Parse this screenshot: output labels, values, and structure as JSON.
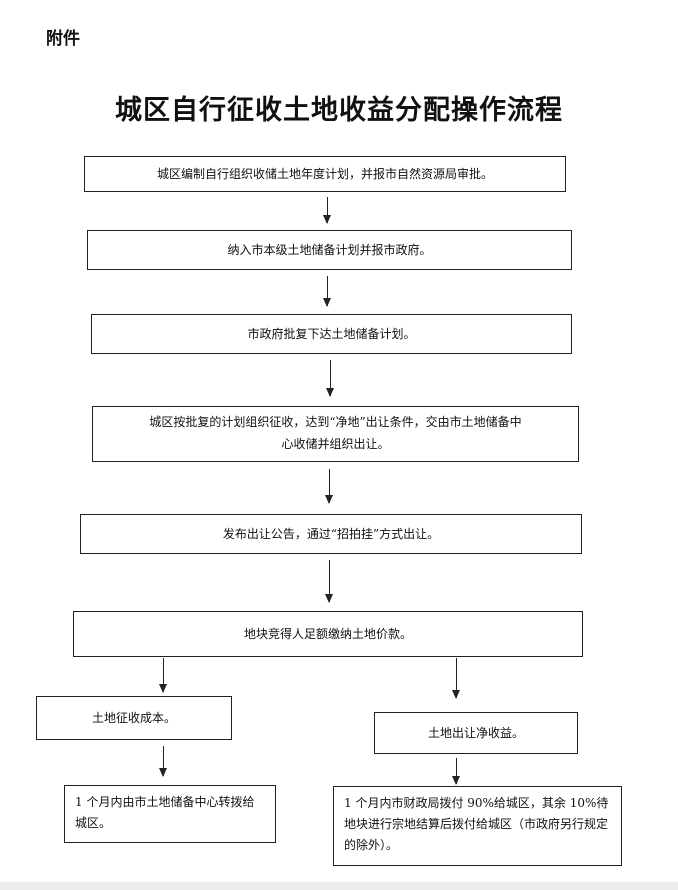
{
  "header": {
    "attachment_label": "附件"
  },
  "title": "城区自行征收土地收益分配操作流程",
  "steps": [
    {
      "text": "城区编制自行组织收储土地年度计划，并报市自然资源局审批。"
    },
    {
      "text": "纳入市本级土地储备计划并报市政府。"
    },
    {
      "text": "市政府批复下达土地储备计划。"
    },
    {
      "line1": "城区按批复的计划组织征收，达到“净地”出让条件，交由市土地储备中",
      "line2": "心收储并组织出让。"
    },
    {
      "text": "发布出让公告，通过“招拍挂”方式出让。"
    },
    {
      "text": "地块竞得人足额缴纳土地价款。"
    }
  ],
  "branches": {
    "left": {
      "cost": "土地征收成本。",
      "result": "1 个月内由市土地储备中心转拨给城区。"
    },
    "right": {
      "income": "土地出让净收益。",
      "result": "1 个月内市财政局拨付 90%给城区，其余 10%待地块进行宗地结算后拨付给城区（市政府另行规定的除外）。"
    }
  }
}
